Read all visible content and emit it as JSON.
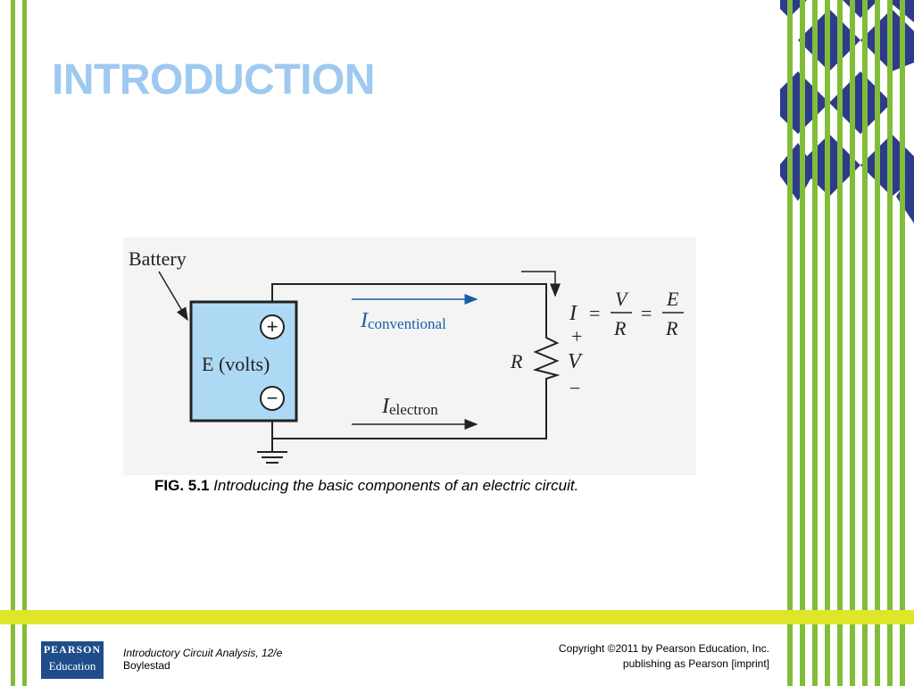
{
  "title": "INTRODUCTION",
  "colors": {
    "title": "#9ec9f0",
    "stripe_green": "#82bd3a",
    "band_yellow": "#dfe62a",
    "diamond_navy": "#2e3a8c",
    "battery_fill": "#aed9f5",
    "arrow_blue": "#1a5ea8"
  },
  "figure": {
    "battery_label": "Battery",
    "battery_value": "E (volts)",
    "plus": "+",
    "minus": "−",
    "current_conventional": "I",
    "current_conventional_sub": "conventional",
    "current_electron": "I",
    "current_electron_sub": "electron",
    "resistor_label": "R",
    "ohm_I": "I",
    "ohm_eq1": "=",
    "ohm_V_num": "V",
    "ohm_R_den1": "R",
    "ohm_eq2": "=",
    "ohm_E_num": "E",
    "ohm_R_den2": "R",
    "voltage_plus": "+",
    "voltage_V": "V",
    "voltage_minus": "−"
  },
  "caption": {
    "label": "FIG. 5.1",
    "text": "Introducing the basic components of an electric circuit."
  },
  "footer": {
    "logo_line1": "PEARSON",
    "logo_line2": "Education",
    "book": "Introductory Circuit Analysis, 12/e",
    "author": "Boylestad",
    "copyright_line1": "Copyright ©2011 by Pearson Education, Inc.",
    "copyright_line2": "publishing as Pearson [imprint]"
  }
}
